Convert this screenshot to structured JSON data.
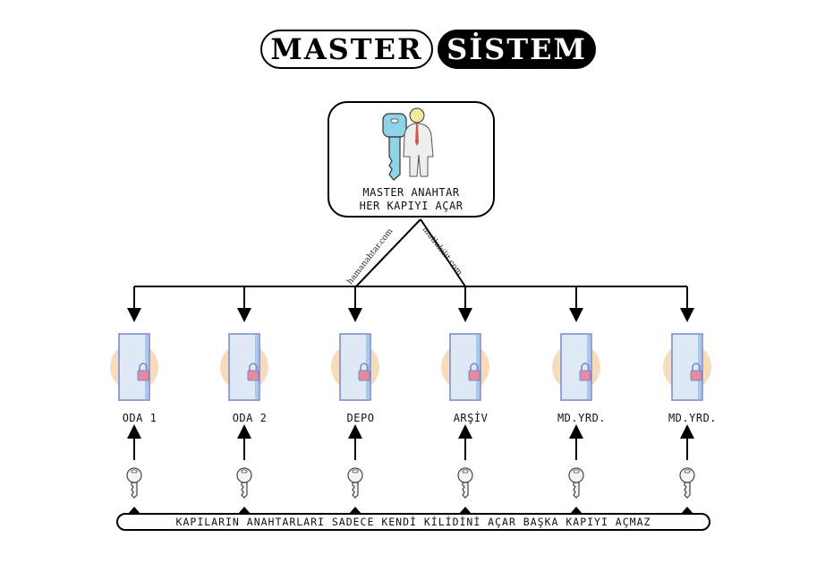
{
  "title": {
    "left": "MASTER",
    "right": "SİSTEM"
  },
  "master": {
    "line1": "MASTER ANAHTAR",
    "line2": "HER KAPIYI AÇAR"
  },
  "watermarks": {
    "left": "hamanahtar.com",
    "right": "mutlukilit.com"
  },
  "rooms": [
    {
      "label": "ODA 1"
    },
    {
      "label": "ODA 2"
    },
    {
      "label": "DEPO"
    },
    {
      "label": "ARŞİV"
    },
    {
      "label": "MD.YRD."
    },
    {
      "label": "MD.YRD."
    }
  ],
  "banner": "KAPILARIN ANAHTARLARI SADECE KENDİ KİLİDİNİ AÇAR BAŞKA KAPIYI AÇMAZ",
  "colors": {
    "door_fill": "#dfe9f6",
    "door_stripe": "#a8c8ec",
    "door_border": "#7a86c8",
    "halo": "#f6dcbc",
    "lock": "#e58aa0",
    "key": "#f4f4f4",
    "master_key": "#8fd3e6"
  },
  "icons": {
    "master": "master-key-and-person-icon",
    "door": "door-with-lock-icon",
    "key": "key-icon"
  }
}
